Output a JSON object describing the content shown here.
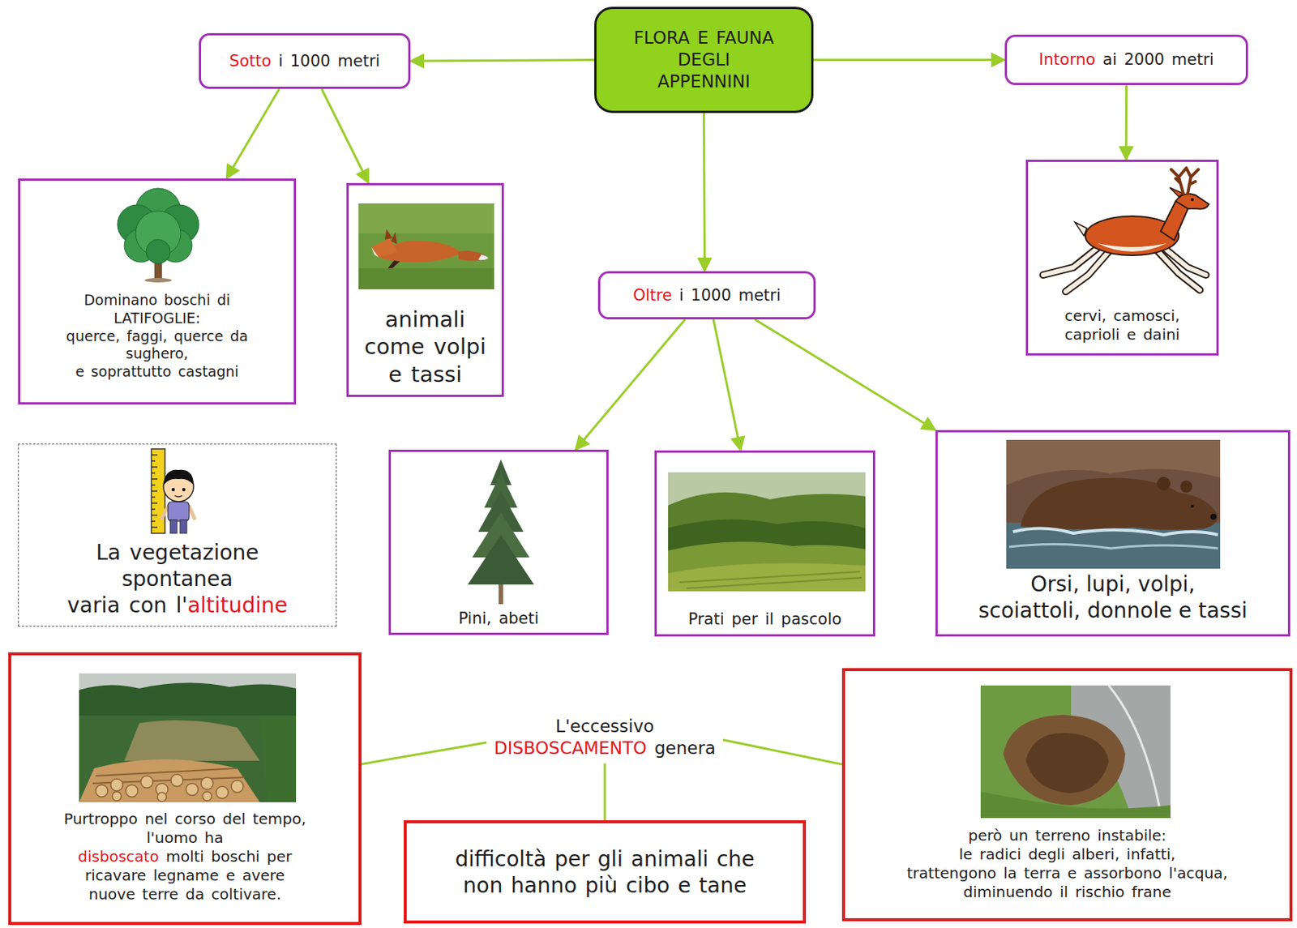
{
  "diagram": {
    "nodes": [
      {
        "text": [
          "FLORA E FAUNA DEGLI APPENNINI"
        ]
      },
      {
        "text": [
          "Sotto i 1000 metri"
        ]
      },
      {
        "text": [
          "Intorno ai 2000 metri"
        ]
      },
      {
        "text": [
          "Dominano boschi di LATIFOGLIE: querce, faggi, querce da sughero, e soprattutto castagni"
        ]
      },
      {
        "text": [
          "animali come volpi e tassi"
        ]
      },
      {
        "text": [
          "Oltre i 1000 metri"
        ]
      },
      {
        "text": [
          "cervi, camosci, caprioli e daini"
        ]
      },
      {
        "text": [
          "La vegetazione spontanea varia con l'altitudine"
        ]
      },
      {
        "text": [
          "Pini, abeti"
        ]
      },
      {
        "text": [
          "Prati per il pascolo"
        ]
      },
      {
        "text": [
          "Orsi, lupi, volpi, scoiattoli, donnole e tassi"
        ]
      },
      {
        "text": [
          "L'eccessivo DISBOSCAMENTO genera"
        ]
      },
      {
        "text": [
          "Purtroppo nel corso del tempo, l'uomo ha disboscato molti boschi per ricavare legname e avere nuove terre da coltivare."
        ]
      },
      {
        "text": [
          "difficoltà per gli animali che non hanno più cibo e tane"
        ]
      },
      {
        "text": [
          "però un terreno instabile: le radici degli alberi, infatti, trattengono la terra e assorbono l'acqua, diminuendo il rischio frane"
        ]
      }
    ],
    "edges": [
      {
        "from": 0,
        "to": 1,
        "arrow": "to"
      },
      {
        "from": 0,
        "to": 2,
        "arrow": "to"
      },
      {
        "from": 0,
        "to": 5,
        "arrow": "to"
      },
      {
        "from": 1,
        "to": 3,
        "arrow": "to"
      },
      {
        "from": 1,
        "to": 4,
        "arrow": "to"
      },
      {
        "from": 2,
        "to": 6,
        "arrow": "to"
      },
      {
        "from": 5,
        "to": 8,
        "arrow": "to"
      },
      {
        "from": 5,
        "to": 9,
        "arrow": "to"
      },
      {
        "from": 5,
        "to": 10,
        "arrow": "to"
      },
      {
        "from": 11,
        "to": 12,
        "arrow": "none"
      },
      {
        "from": 11,
        "to": 13,
        "arrow": "none"
      },
      {
        "from": 11,
        "to": 14,
        "arrow": "none"
      }
    ]
  }
}
